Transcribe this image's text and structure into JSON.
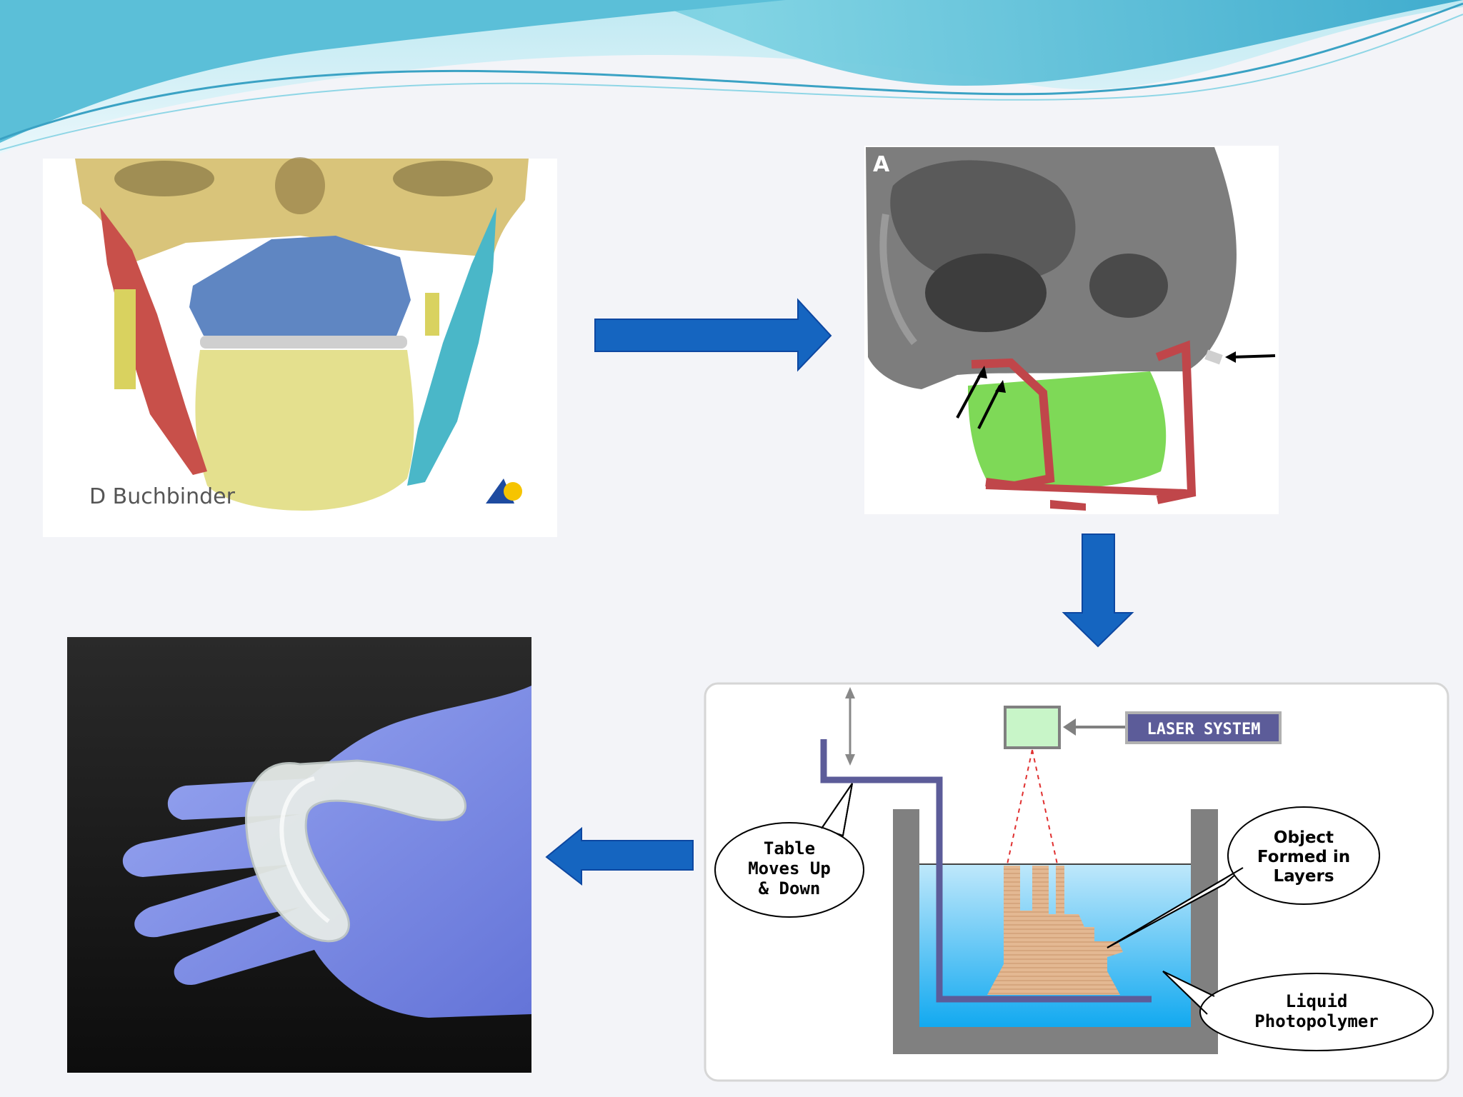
{
  "figure_1": {
    "credit": "D Buchbinder"
  },
  "figure_2": {
    "panel_label": "A"
  },
  "diagram": {
    "laser_label": "LASER SYSTEM",
    "table_callout": [
      "Table",
      "Moves Up",
      "& Down"
    ],
    "object_callout": [
      "Object",
      "Formed in",
      "Layers"
    ],
    "liquid_callout": [
      "Liquid",
      "Photopolymer"
    ]
  },
  "colors": {
    "arrow_blue": "#1565c0",
    "wave_teal": "#5fc3d9",
    "liquid_blue": "#29b6f6",
    "object_tan": "#e0b48c",
    "table_purple": "#5c5c99",
    "laser_box_green": "#c8f5c8"
  }
}
